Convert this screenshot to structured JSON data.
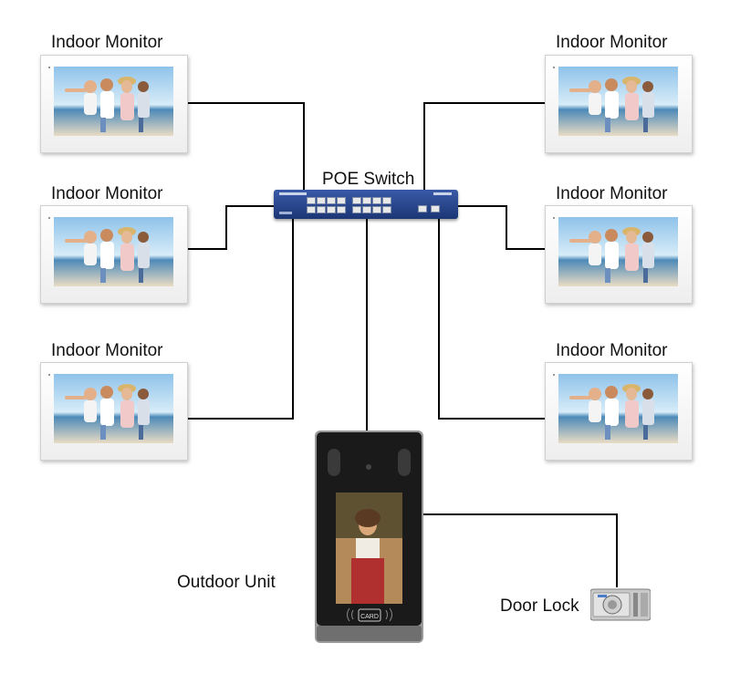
{
  "labels": {
    "switch": "POE Switch",
    "monitor_left_1": "Indoor Monitor",
    "monitor_left_2": "Indoor Monitor",
    "monitor_left_3": "Indoor Monitor",
    "monitor_right_1": "Indoor Monitor",
    "monitor_right_2": "Indoor Monitor",
    "monitor_right_3": "Indoor Monitor",
    "outdoor": "Outdoor Unit",
    "lock": "Door Lock",
    "card": "CARD"
  },
  "colors": {
    "switch_body": "#1c3675",
    "wire": "#000000",
    "monitor_frame": "#f4f4f4",
    "outdoor_frame": "#1a1a1a"
  },
  "icons": {
    "monitor": "monitor-icon",
    "switch": "network-switch-icon",
    "outdoor": "door-station-icon",
    "lock": "door-lock-icon"
  }
}
